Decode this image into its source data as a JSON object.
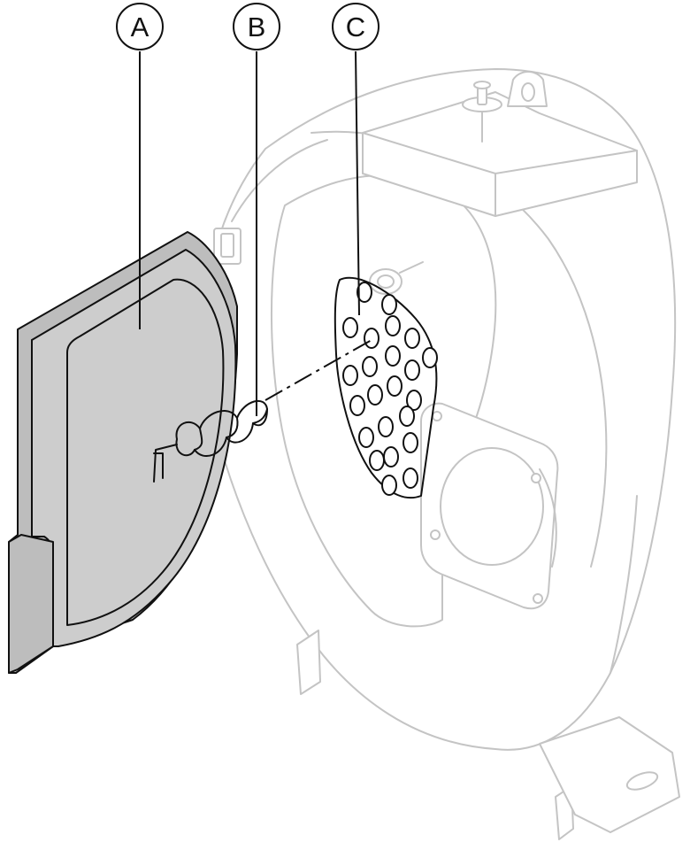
{
  "callouts": [
    {
      "id": "A",
      "label": "A"
    },
    {
      "id": "B",
      "label": "B"
    },
    {
      "id": "C",
      "label": "C"
    }
  ],
  "colors": {
    "outline": "#111111",
    "ghost_outline": "#c4c4c4",
    "cover_fill": "#cdcdcd",
    "background": "#ffffff"
  }
}
